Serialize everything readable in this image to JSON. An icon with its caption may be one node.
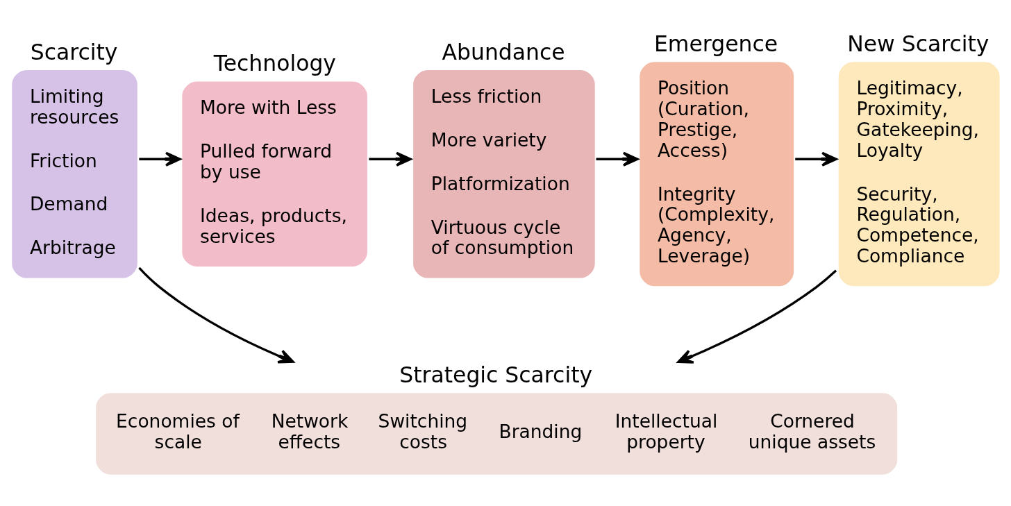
{
  "diagram": {
    "nodes": [
      {
        "text": [
          "Scarcity",
          "Limiting resources",
          "Friction",
          "Demand",
          "Arbitrage"
        ]
      },
      {
        "text": [
          "Technology",
          "More with Less",
          "Pulled forward by use",
          "Ideas, products, services"
        ]
      },
      {
        "text": [
          "Abundance",
          "Less friction",
          "More variety",
          "Platformization",
          "Virtuous cycle of consumption"
        ]
      },
      {
        "text": [
          "Emergence",
          "Position (Curation, Prestige, Access)",
          "Integrity (Complexity, Agency, Leverage)"
        ]
      },
      {
        "text": [
          "New Scarcity",
          "Legitimacy, Proximity, Gatekeeping, Loyalty",
          "Security, Regulation, Competence, Compliance"
        ]
      },
      {
        "text": [
          "Strategic Scarcity",
          "Economies of scale",
          "Network effects",
          "Switching costs",
          "Branding",
          "Intellectual property",
          "Cornered unique assets"
        ]
      }
    ],
    "edges": [
      {
        "from": 0,
        "to": 1,
        "arrow": "to"
      },
      {
        "from": 1,
        "to": 2,
        "arrow": "to"
      },
      {
        "from": 2,
        "to": 3,
        "arrow": "to"
      },
      {
        "from": 3,
        "to": 4,
        "arrow": "to"
      },
      {
        "from": 0,
        "to": 5,
        "arrow": "to"
      },
      {
        "from": 4,
        "to": 5,
        "arrow": "to"
      }
    ]
  }
}
